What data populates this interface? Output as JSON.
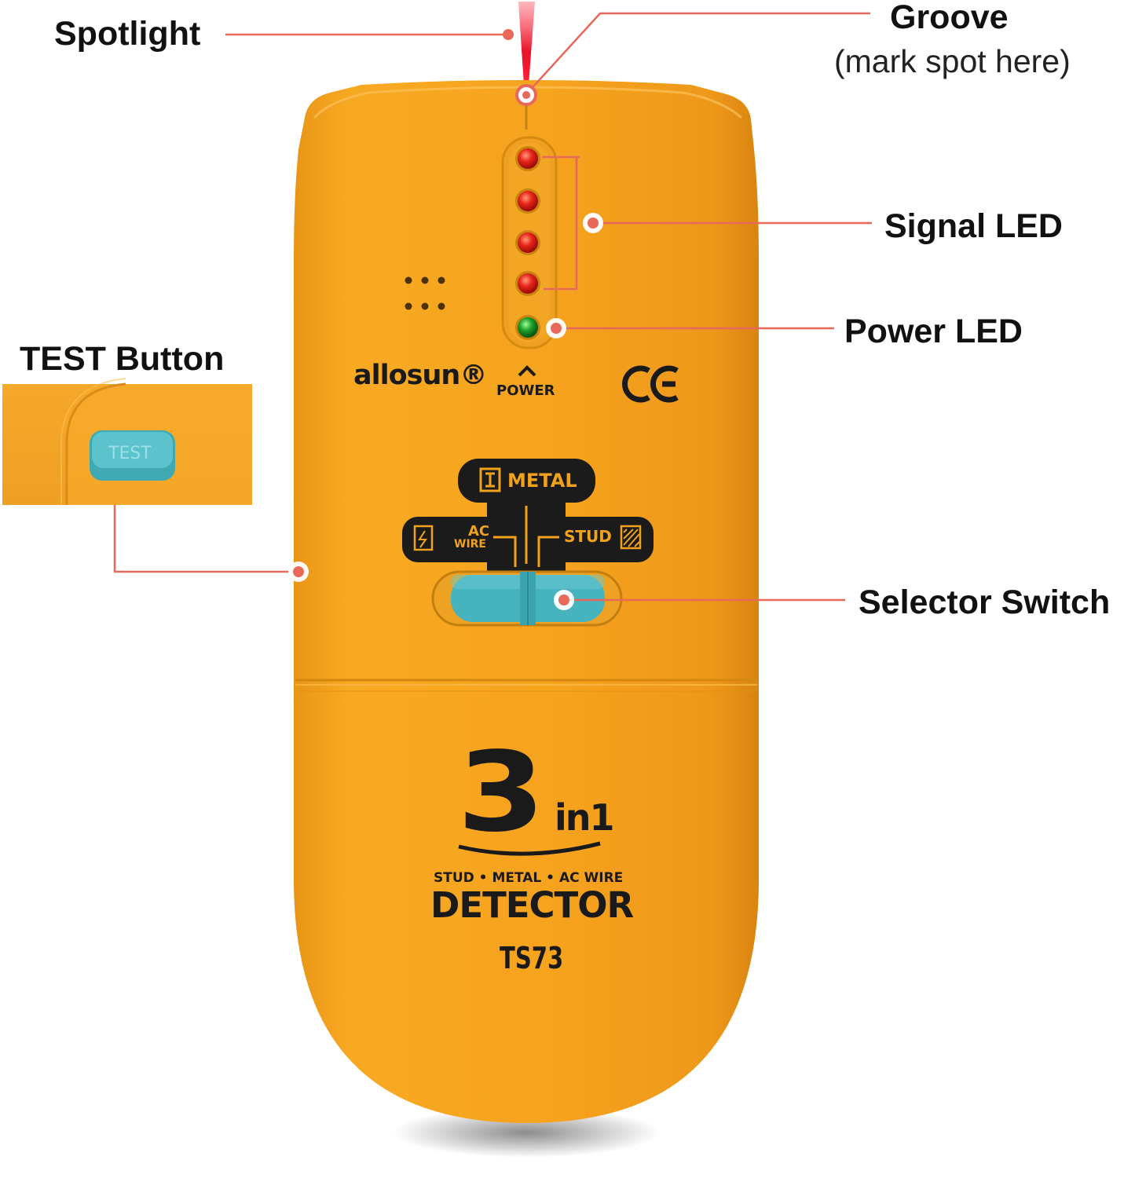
{
  "callouts": {
    "spotlight": "Spotlight",
    "groove": "Groove",
    "groove_note": "(mark spot here)",
    "signal_led": "Signal LED",
    "power_led": "Power LED",
    "test_button": "TEST Button",
    "selector_switch": "Selector Switch"
  },
  "device": {
    "brand": "allosun®",
    "power_label": "POWER",
    "ce_mark": "CE",
    "test_key_label": "TEST",
    "modes": {
      "metal": "METAL",
      "ac": "AC",
      "wire": "WIRE",
      "stud": "STUD"
    },
    "logo_number": "3",
    "logo_suffix": "in1",
    "subtitle": "STUD • METAL • AC WIRE",
    "title": "DETECTOR",
    "model": "TS73"
  },
  "signal_leds": [
    "red",
    "red",
    "red",
    "red"
  ],
  "power_led": "green",
  "colors": {
    "body": "#f6a31e",
    "body_shade": "#e08a0e",
    "callout_line": "#e8685a",
    "switch_teal": "#45b3bd",
    "panel_black": "#1b1b1b",
    "laser": "#e8142a"
  }
}
